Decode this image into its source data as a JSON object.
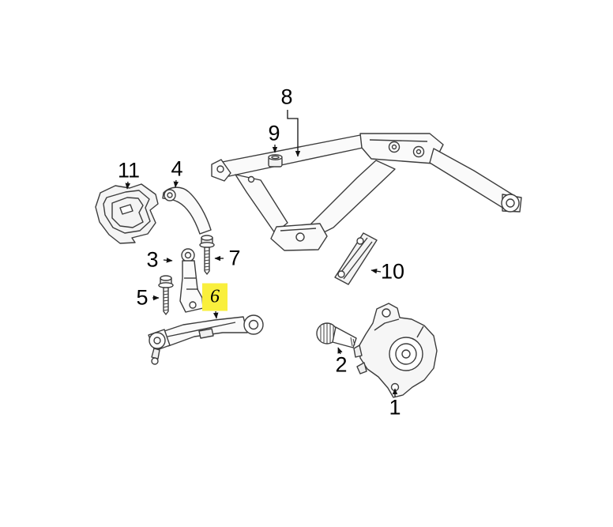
{
  "diagram": {
    "background_color": "#ffffff",
    "line_color": "#3c3c3c",
    "highlight_color": "#f9ef3d",
    "callouts": [
      {
        "label": "8",
        "highlighted": false
      },
      {
        "label": "9",
        "highlighted": false
      },
      {
        "label": "11",
        "highlighted": false
      },
      {
        "label": "4",
        "highlighted": false
      },
      {
        "label": "3",
        "highlighted": false
      },
      {
        "label": "7",
        "highlighted": false
      },
      {
        "label": "5",
        "highlighted": false
      },
      {
        "label": "6",
        "highlighted": true
      },
      {
        "label": "10",
        "highlighted": false
      },
      {
        "label": "2",
        "highlighted": false
      },
      {
        "label": "1",
        "highlighted": false
      }
    ]
  }
}
